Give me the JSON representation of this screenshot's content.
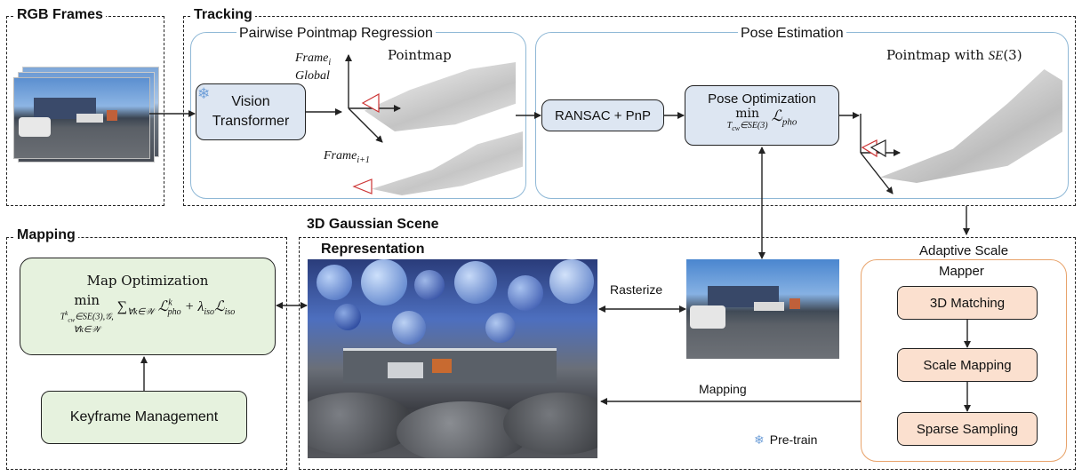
{
  "sections": {
    "rgb": "RGB Frames",
    "tracking": "Tracking",
    "mapping": "Mapping",
    "scene_line1": "3D Gaussian Scene",
    "scene_line2": "Representation"
  },
  "panels": {
    "pairwise": "Pairwise Pointmap Regression",
    "pose": "Pose Estimation",
    "asm_line1": "Adaptive Scale",
    "asm_line2": "Mapper"
  },
  "nodes": {
    "vit_line1": "Vision",
    "vit_line2": "Transformer",
    "ransac": "RANSAC + PnP",
    "pose_opt_title": "Pose Optimization",
    "pose_opt_min": "min",
    "pose_opt_sub": "T",
    "pose_opt_sub2": "cw",
    "pose_opt_sub3": "∈SE(3)",
    "pose_opt_loss": "ℒ",
    "pose_opt_loss_sub": "pho",
    "map_opt_title": "Map Optimization",
    "map_opt_min": "min",
    "map_opt_sub1": "T",
    "map_opt_sub1_sup": "k",
    "map_opt_sub1_sub": "cw",
    "map_opt_sub1_rest": "∈SE(3),𝒢,",
    "map_opt_sub2": "∀k∈𝒲",
    "map_opt_sum": "∑",
    "map_opt_sum_sub": "∀k∈𝒲",
    "map_opt_L": "ℒ",
    "map_opt_L_sup": "k",
    "map_opt_L_sub": "pho",
    "map_opt_plus": "+ λ",
    "map_opt_lambda_sub": "iso",
    "map_opt_L2": "ℒ",
    "map_opt_L2_sub": "iso",
    "keyframe": "Keyframe Management",
    "match3d": "3D Matching",
    "scale_map": "Scale Mapping",
    "sparse": "Sparse Sampling"
  },
  "labels": {
    "frame_i": "Frame",
    "frame_i_sub": "i",
    "global": "Global",
    "pointmap": "Pointmap",
    "frame_i1": "Frame",
    "frame_i1_sub": "i+1",
    "pointmap_se3": "Pointmap with ",
    "pointmap_se3_math": "SE",
    "pointmap_se3_tail": "(3)",
    "rasterize": "Rasterize",
    "mapping_arrow": "Mapping",
    "pretrain": "Pre-train"
  },
  "colors": {
    "panel_blue_border": "#8fb8d6",
    "panel_orange_border": "#e8a36b",
    "node_blue": "#dde6f2",
    "node_green": "#e6f2de",
    "node_peach": "#fbe0cf",
    "snowflake": "#6f9fd8"
  }
}
